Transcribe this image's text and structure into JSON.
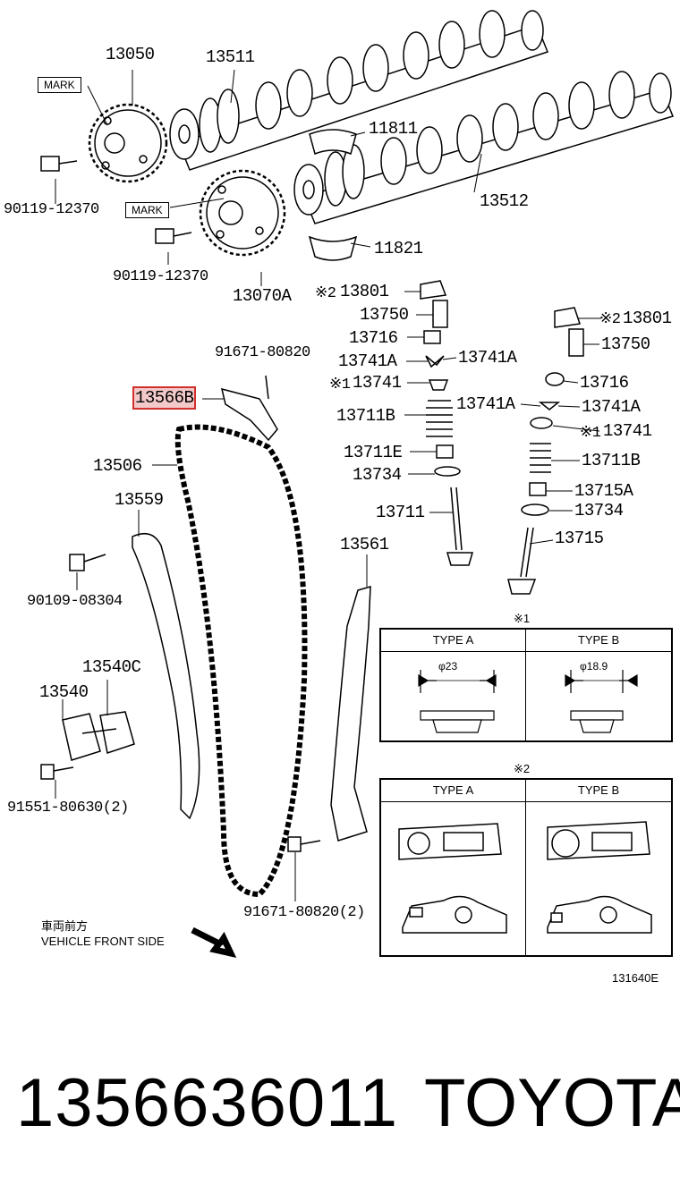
{
  "labels": {
    "p13050": "13050",
    "p13511": "13511",
    "mark1": "MARK",
    "mark2": "MARK",
    "p11811": "11811",
    "p90119a": "90119-12370",
    "p13512": "13512",
    "p11821": "11821",
    "p90119b": "90119-12370",
    "p13070A": "13070A",
    "p13801a_mark": "※2",
    "p13801a": "13801",
    "p13750a": "13750",
    "p13716a": "13716",
    "p13741Aa": "13741A",
    "p13741Ab": "13741A",
    "p13741a_mark": "※1",
    "p13741a": "13741",
    "p13711B_a": "13711B",
    "p13711E": "13711E",
    "p13734a": "13734",
    "p13711": "13711",
    "p13801b_mark": "※2",
    "p13801b": "13801",
    "p13750b": "13750",
    "p13716b": "13716",
    "p13741Ac": "13741A",
    "p13741Ad": "13741A",
    "p13741b_mark": "※1",
    "p13741b": "13741",
    "p13711B_b": "13711B",
    "p13715A": "13715A",
    "p13734b": "13734",
    "p13715": "13715",
    "p91671a": "91671-80820",
    "p13566": "13566B",
    "p13506": "13506",
    "p13559": "13559",
    "p13561": "13561",
    "p90109": "90109-08304",
    "p13540C": "13540C",
    "p13540": "13540",
    "p91551": "91551-80630(2)",
    "p91671b": "91671-80820(2)"
  },
  "table1": {
    "mark": "※1",
    "col_a": "TYPE A",
    "col_b": "TYPE B",
    "dim_a": "φ23",
    "dim_b": "φ18.9"
  },
  "table2": {
    "mark": "※2",
    "col_a": "TYPE A",
    "col_b": "TYPE B"
  },
  "direction": {
    "jp": "車両前方",
    "en": "VEHICLE FRONT SIDE"
  },
  "ref_code": "131640E",
  "footer": {
    "part_number": "1356636011",
    "brand": "TOYOTA"
  },
  "colors": {
    "highlight_border": "#d0312d",
    "highlight_fill": "#f3c9c9",
    "line": "#000000"
  }
}
